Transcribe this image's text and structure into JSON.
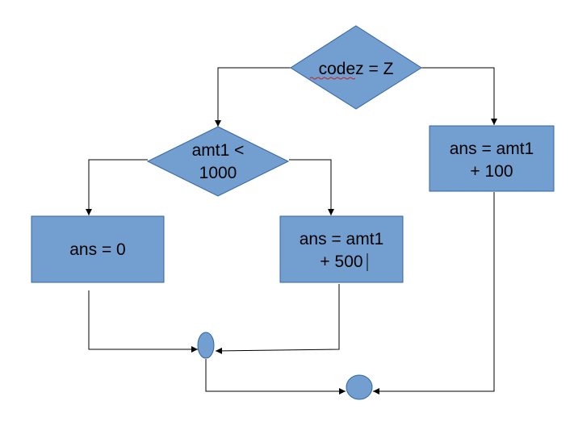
{
  "decision_1": {
    "text": "codez = Z"
  },
  "decision_2": {
    "line_1": "amt1 <",
    "line_2": "1000"
  },
  "process_ans_0": {
    "text": "ans = 0"
  },
  "process_ans_500": {
    "line_1": "ans = amt1",
    "line_2": "+ 500"
  },
  "process_ans_100": {
    "line_1": "ans = amt1",
    "line_2": "+ 100"
  },
  "colors": {
    "shape_fill": "#729fcf",
    "shape_stroke": "#3465a4",
    "connector": "#000000",
    "spellcheck_underline": "#c9211e"
  }
}
